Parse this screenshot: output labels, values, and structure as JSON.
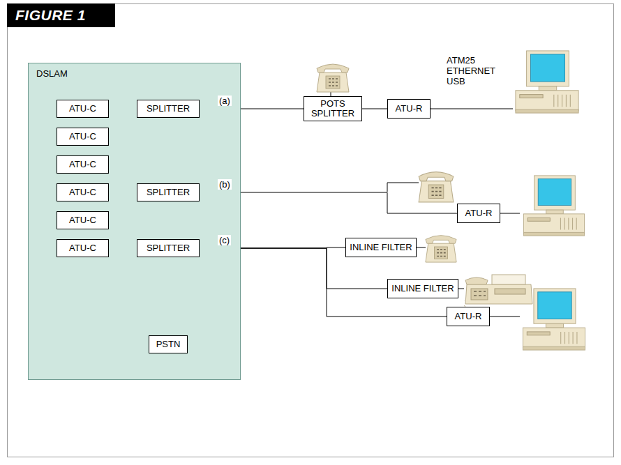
{
  "diagram": {
    "title": "FIGURE 1",
    "nodes": [
      {
        "text": [
          "DSLAM"
        ]
      },
      {
        "text": [
          "ATU-C"
        ],
        "in": 0
      },
      {
        "text": [
          "ATU-C"
        ],
        "in": 0
      },
      {
        "text": [
          "ATU-C"
        ],
        "in": 0
      },
      {
        "text": [
          "ATU-C"
        ],
        "in": 0
      },
      {
        "text": [
          "ATU-C"
        ],
        "in": 0
      },
      {
        "text": [
          "ATU-C"
        ],
        "in": 0
      },
      {
        "text": [
          "SPLITTER"
        ],
        "in": 0
      },
      {
        "text": [
          "SPLITTER"
        ],
        "in": 0
      },
      {
        "text": [
          "SPLITTER"
        ],
        "in": 0
      },
      {
        "text": [
          "PSTN"
        ],
        "in": 0
      },
      {
        "text": [
          "POTS SPLITTER"
        ]
      },
      {
        "text": [
          "ATU-R"
        ]
      },
      {
        "text": [
          "ATU-R"
        ]
      },
      {
        "text": [
          "INLINE FILTER"
        ]
      },
      {
        "text": [
          "INLINE FILTER"
        ]
      },
      {
        "text": [
          "ATU-R"
        ]
      }
    ],
    "edges": [
      {
        "from": 1,
        "to": 7,
        "arrow": "none"
      },
      {
        "from": 4,
        "to": 8,
        "arrow": "none"
      },
      {
        "from": 6,
        "to": 9,
        "arrow": "none"
      },
      {
        "from": 7,
        "to": 8,
        "arrow": "none"
      },
      {
        "from": 8,
        "to": 9,
        "arrow": "none"
      },
      {
        "from": 9,
        "to": 10,
        "arrow": "none"
      },
      {
        "from": 7,
        "to": 11,
        "label": "(a)",
        "arrow": "none"
      },
      {
        "from": 11,
        "to": 12,
        "arrow": "none"
      },
      {
        "from": 8,
        "to": 13,
        "label": "(b)",
        "arrow": "none"
      },
      {
        "from": 9,
        "to": 14,
        "label": "(c)",
        "arrow": "none"
      },
      {
        "from": 9,
        "to": 15,
        "arrow": "none"
      },
      {
        "from": 9,
        "to": 16,
        "arrow": "none"
      }
    ],
    "labels": [
      "ATM25",
      "ETHERNET",
      "USB"
    ]
  }
}
